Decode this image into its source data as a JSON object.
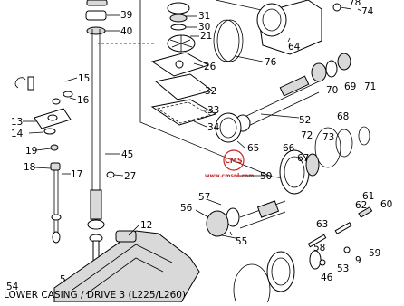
{
  "diagram": {
    "title": "LOWER CASING / DRIVE 3 (L225/L260)",
    "watermark": "CMS",
    "watermark_sub": "www.cmsnl.com",
    "part_labels": [
      "39",
      "40",
      "31",
      "30",
      "21",
      "26",
      "32",
      "33",
      "34",
      "78",
      "74",
      "64",
      "76",
      "70",
      "69",
      "71",
      "15",
      "16",
      "13",
      "14",
      "19",
      "18",
      "17",
      "45",
      "27",
      "12",
      "52",
      "65",
      "73",
      "72",
      "68",
      "66",
      "67",
      "50",
      "57",
      "56",
      "55",
      "59",
      "60",
      "61",
      "62",
      "63",
      "58",
      "9",
      "5",
      "54",
      "53",
      "46"
    ]
  }
}
